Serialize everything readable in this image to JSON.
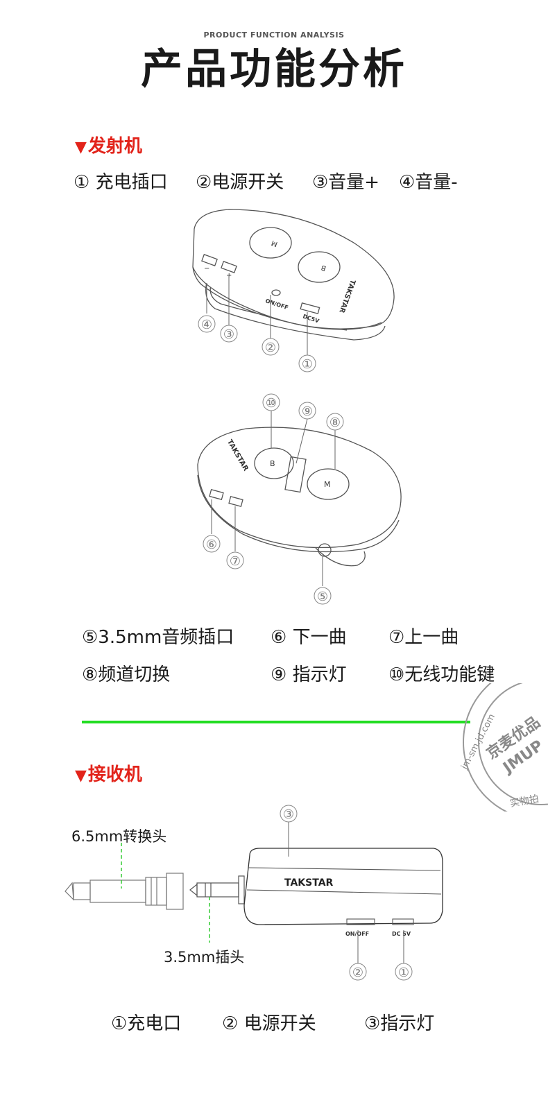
{
  "header": {
    "subtitle": "PRODUCT FUNCTION ANALYSIS",
    "title": "产品功能分析"
  },
  "transmitter": {
    "heading": "发射机",
    "features_line1": [
      "① 充电插口",
      "②电源开关",
      "③音量+",
      "④音量-"
    ],
    "features_line2": [
      "⑤3.5mm音频插口",
      "⑥ 下一曲",
      "⑦上一曲"
    ],
    "features_line3": [
      "⑧频道切换",
      "⑨ 指示灯",
      "⑩无线功能键"
    ],
    "callouts_top": [
      "④",
      "③",
      "②",
      "①"
    ],
    "callouts_bottom": [
      "⑩",
      "⑨",
      "⑧",
      "⑥",
      "⑦",
      "⑤"
    ],
    "device_marks": {
      "brand": "TAKSTAR",
      "btn_m": "M",
      "btn_b": "B",
      "on_off": "ON/OFF",
      "dc": "DC5V",
      "minus": "−",
      "plus": "+"
    }
  },
  "stamp": {
    "url": "jm-sm.jd.com",
    "name": "京麦优品",
    "code": "JMUP",
    "note": "实物拍"
  },
  "receiver": {
    "heading": "接收机",
    "adapter_label": "6.5mm转换头",
    "plug_label": "3.5mm插头",
    "callouts": [
      "③",
      "②",
      "①"
    ],
    "device_marks": {
      "brand": "TAKSTAR",
      "on_off": "ON/OFF",
      "dc": "DC 5V"
    },
    "features": [
      "①充电口",
      "② 电源开关",
      "③指示灯"
    ]
  },
  "colors": {
    "accent_red": "#e2231a",
    "divider_green": "#22dd22",
    "line": "#555555"
  }
}
